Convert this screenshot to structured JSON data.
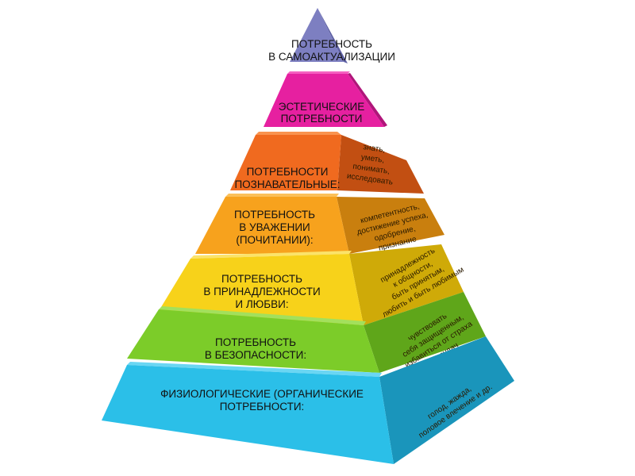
{
  "pyramid": {
    "levels": [
      {
        "id": "self-actualization",
        "label_lines": [
          "ПОТРЕБНОСТЬ",
          "В САМОАКТУАЛИЗАЦИИ"
        ],
        "detail_lines": [],
        "colors": {
          "front": "#7d7fc1",
          "side": "#5e60a3",
          "top": "#a9abe0"
        }
      },
      {
        "id": "aesthetic",
        "label_lines": [
          "ЭСТЕТИЧЕСКИЕ",
          "ПОТРЕБНОСТИ"
        ],
        "detail_lines": [],
        "colors": {
          "front": "#e620a0",
          "side": "#b0157a",
          "top": "#f55fc0"
        }
      },
      {
        "id": "cognitive",
        "label_lines": [
          "ПОТРЕБНОСТИ",
          "ПОЗНАВАТЕЛЬНЫЕ:"
        ],
        "detail_lines": [
          "знать,",
          "уметь,",
          "понимать,",
          "исследовать"
        ],
        "colors": {
          "front": "#f06a1f",
          "side": "#c24f12",
          "top": "#f9934f"
        }
      },
      {
        "id": "esteem",
        "label_lines": [
          "ПОТРЕБНОСТЬ",
          "В УВАЖЕНИИ",
          "(ПОЧИТАНИИ):"
        ],
        "detail_lines": [
          "компетентность,",
          "достижение успеха,",
          "одобрение,",
          "признание"
        ],
        "colors": {
          "front": "#f7a21d",
          "side": "#c97f0e",
          "top": "#fbc05a"
        }
      },
      {
        "id": "belonging",
        "label_lines": [
          "ПОТРЕБНОСТЬ",
          "В ПРИНАДЛЕЖНОСТИ",
          "И ЛЮБВИ:"
        ],
        "detail_lines": [
          "принадлежность",
          "к общности,",
          "быть принятым,",
          "любить и быть любимым"
        ],
        "colors": {
          "front": "#f7d21a",
          "side": "#cfaa08",
          "top": "#fbe36a"
        }
      },
      {
        "id": "safety",
        "label_lines": [
          "ПОТРЕБНОСТЬ",
          "В БЕЗОПАСНОСТИ:"
        ],
        "detail_lines": [
          "чувствовать",
          "себя защищенным,",
          "избавиться от страха",
          "и неудач"
        ],
        "colors": {
          "front": "#7ccc29",
          "side": "#5fa61a",
          "top": "#a3e05c"
        }
      },
      {
        "id": "physiological",
        "label_lines": [
          "ФИЗИОЛОГИЧЕСКИЕ (ОРГАНИЧЕСКИЕ",
          "ПОТРЕБНОСТИ:"
        ],
        "detail_lines": [
          "голод, жажда,",
          "половое влечение и др."
        ],
        "colors": {
          "front": "#2bbfe8",
          "side": "#1a95bb",
          "top": "#6ad6f3"
        }
      }
    ]
  }
}
